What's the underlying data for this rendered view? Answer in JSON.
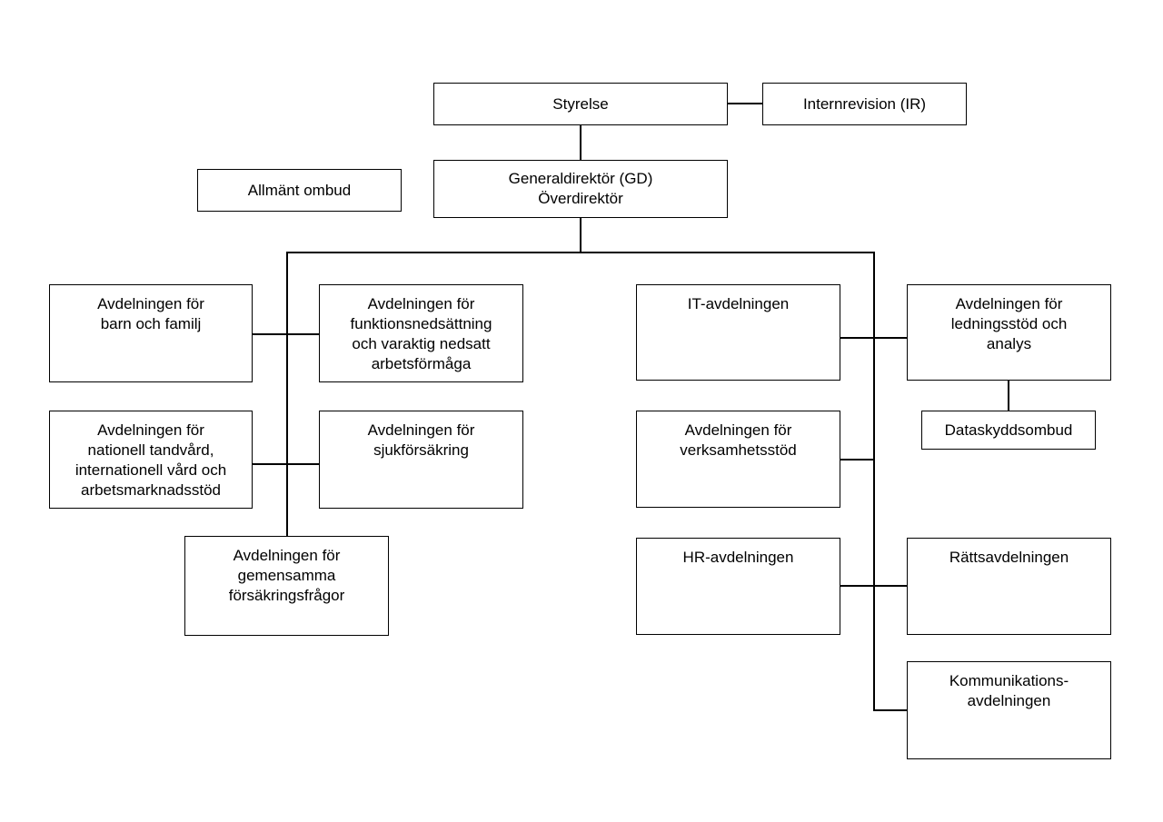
{
  "org": {
    "board": "Styrelse",
    "internal_audit": "Internrevision (IR)",
    "director_general": [
      "Generaldirektör (GD)",
      "Överdirektör"
    ],
    "general_ombudsman": "Allmänt ombud",
    "dept_children_family": [
      "Avdelningen för",
      "barn och familj"
    ],
    "dept_disability": [
      "Avdelningen för",
      "funktionsnedsättning",
      "och varaktig nedsatt",
      "arbetsförmåga"
    ],
    "dept_dental_international": [
      "Avdelningen för",
      "nationell tandvård,",
      "internationell vård och",
      "arbetsmarknadsstöd"
    ],
    "dept_sickness": [
      "Avdelningen för",
      "sjukförsäkring"
    ],
    "dept_common_insurance": [
      "Avdelningen för",
      "gemensamma",
      "försäkringsfrågor"
    ],
    "dept_it": [
      "IT-avdelningen"
    ],
    "dept_management_support": [
      "Avdelningen för",
      "ledningsstöd och",
      "analys"
    ],
    "data_protection_officer": "Dataskyddsombud",
    "dept_operations_support": [
      "Avdelningen för",
      "verksamhetsstöd"
    ],
    "dept_hr": [
      "HR-avdelningen"
    ],
    "dept_legal": [
      "Rättsavdelningen"
    ],
    "dept_communications": [
      "Kommunikations-",
      "avdelningen"
    ]
  }
}
